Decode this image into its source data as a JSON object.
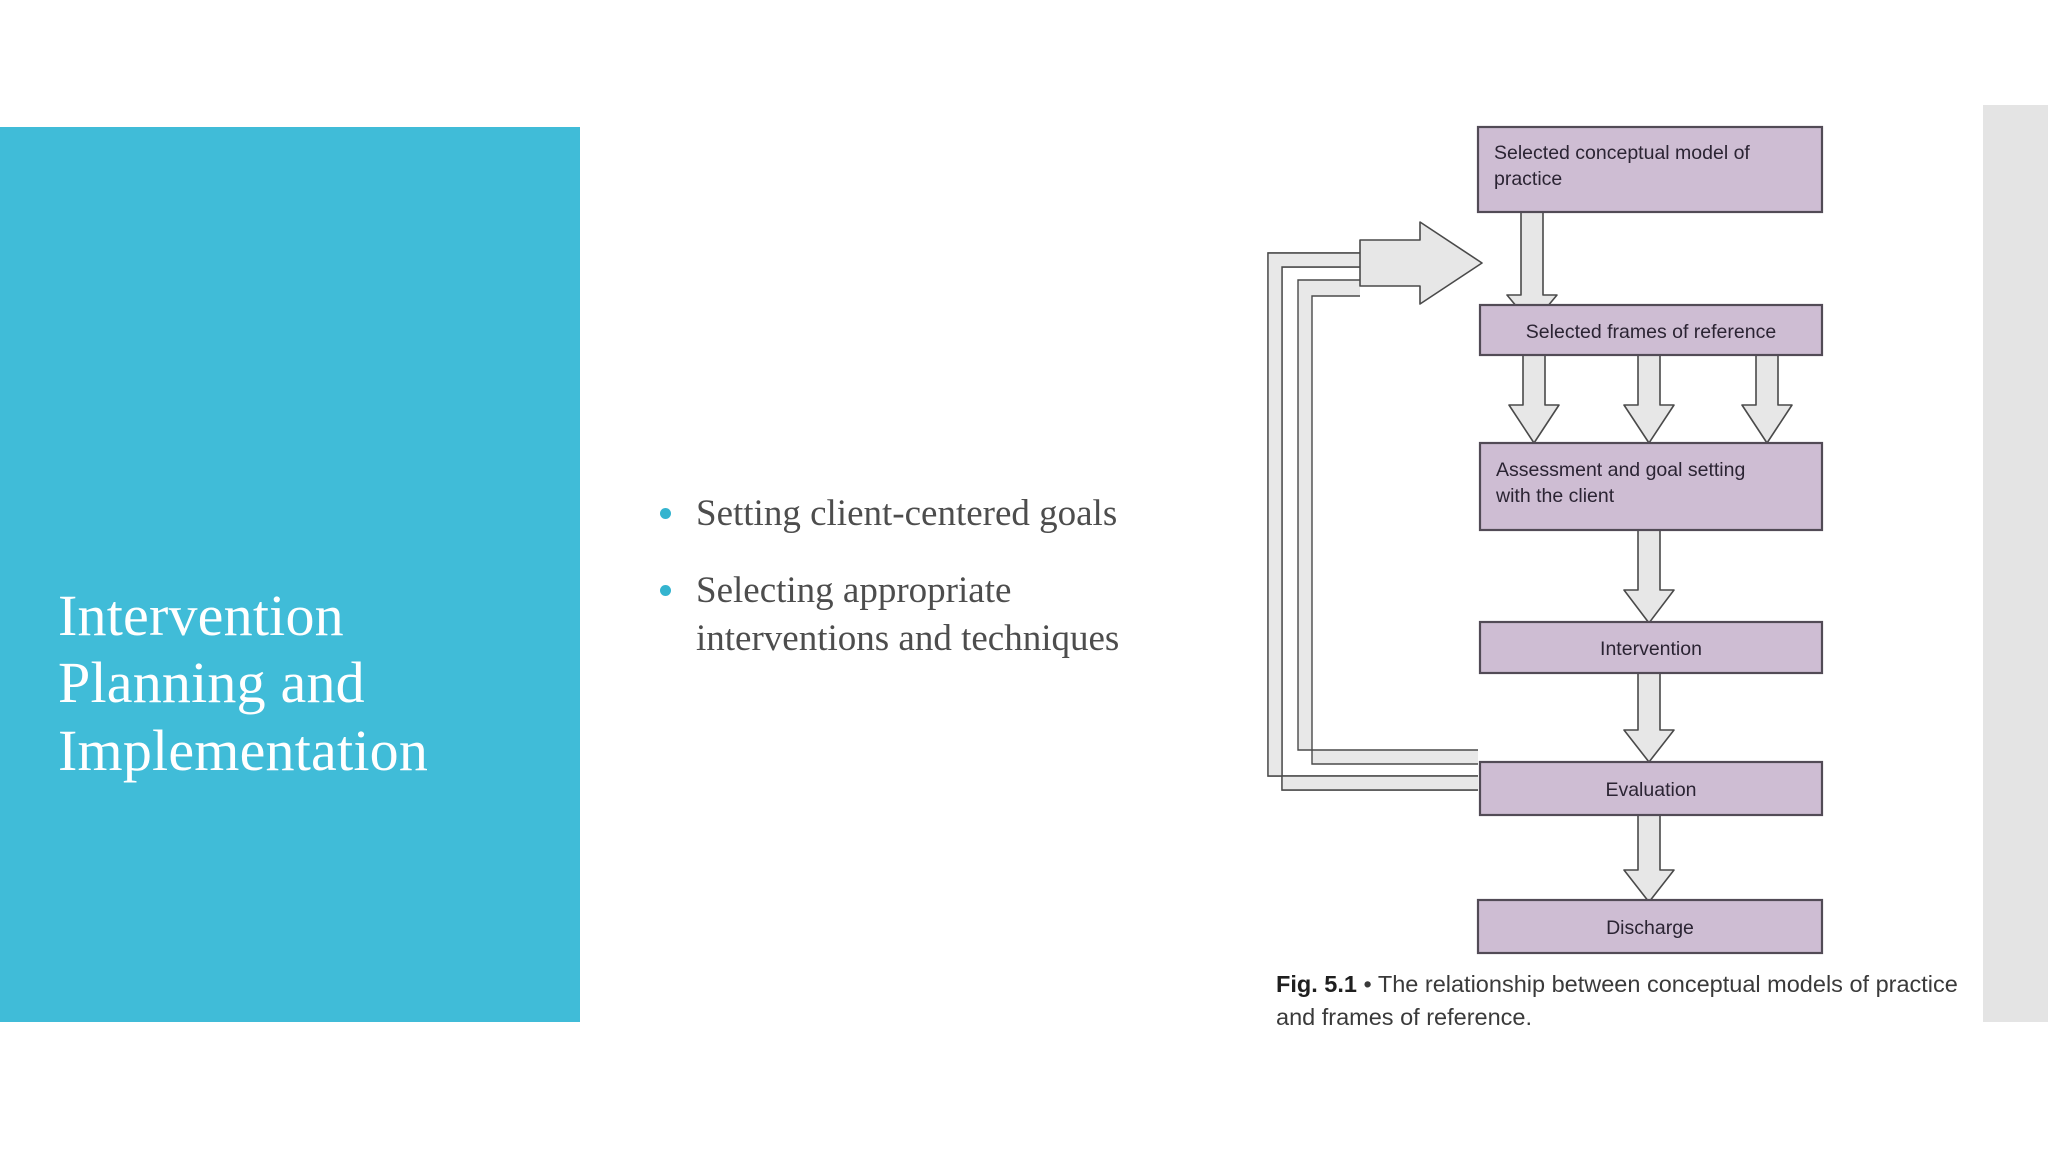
{
  "slide": {
    "background_color": "#ffffff",
    "accent_color": "#40bcd8"
  },
  "title_panel": {
    "background_color": "#40bcd8",
    "text_color": "#ffffff",
    "title": "Intervention\nPlanning and\nImplementation"
  },
  "bullets": {
    "dot_color": "#34b4cf",
    "text_color": "#4d4d4d",
    "items": [
      {
        "text": "Setting client-centered goals"
      },
      {
        "text": " Selecting appropriate\ninterventions and techniques"
      }
    ]
  },
  "right_strip": {
    "color": "#e4e4e4"
  },
  "figure": {
    "box_fill": "#cebdd3",
    "box_stroke": "#524b56",
    "arrow_fill": "#e7e7e7",
    "arrow_stroke": "#4a4a4a",
    "boxes": [
      {
        "id": "conceptual-model",
        "label": "Selected conceptual model of\npractice",
        "align": "left"
      },
      {
        "id": "frames-of-reference",
        "label": "Selected frames of reference",
        "align": "center"
      },
      {
        "id": "assessment-goal-setting",
        "label": "Assessment and goal setting\nwith the client",
        "align": "left"
      },
      {
        "id": "intervention",
        "label": "Intervention",
        "align": "center"
      },
      {
        "id": "evaluation",
        "label": "Evaluation",
        "align": "center"
      },
      {
        "id": "discharge",
        "label": "Discharge",
        "align": "center"
      }
    ],
    "caption_label": "Fig. 5.1",
    "caption_separator": " • ",
    "caption_text": "The relationship between conceptual models of practice and frames of reference."
  }
}
